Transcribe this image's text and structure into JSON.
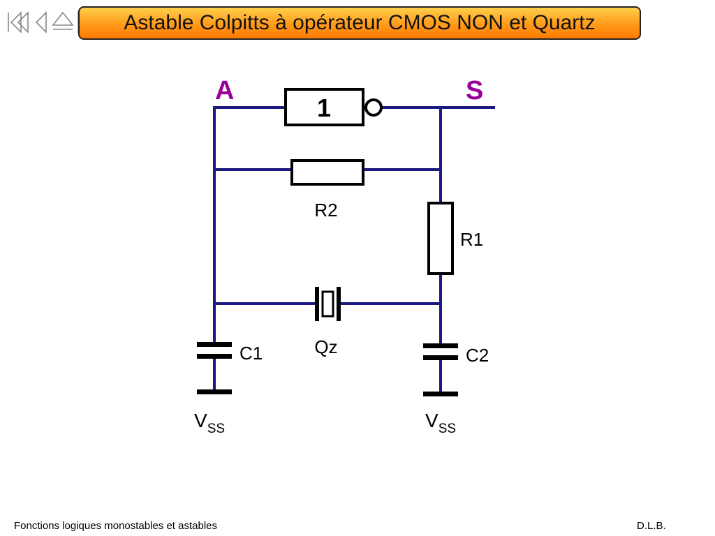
{
  "slide": {
    "title": "Astable Colpitts à opérateur CMOS NON et Quartz",
    "footer_left": "Fonctions logiques monostables et astables",
    "footer_right": "D.L.B."
  },
  "nav": {
    "buttons": [
      "first-slide-icon",
      "previous-slide-icon",
      "home-icon",
      "next-slide-icon"
    ]
  },
  "circuit": {
    "node_input": "A",
    "node_output": "S",
    "gate_label": "1",
    "r2_label": "R2",
    "r1_label": "R1",
    "quartz_label": "Qz",
    "c1_label": "C1",
    "c2_label": "C2",
    "vss_main": "V",
    "vss_sub": "SS",
    "colors": {
      "wire": "#1a1a80",
      "node": "#990099",
      "component": "#000000"
    }
  }
}
